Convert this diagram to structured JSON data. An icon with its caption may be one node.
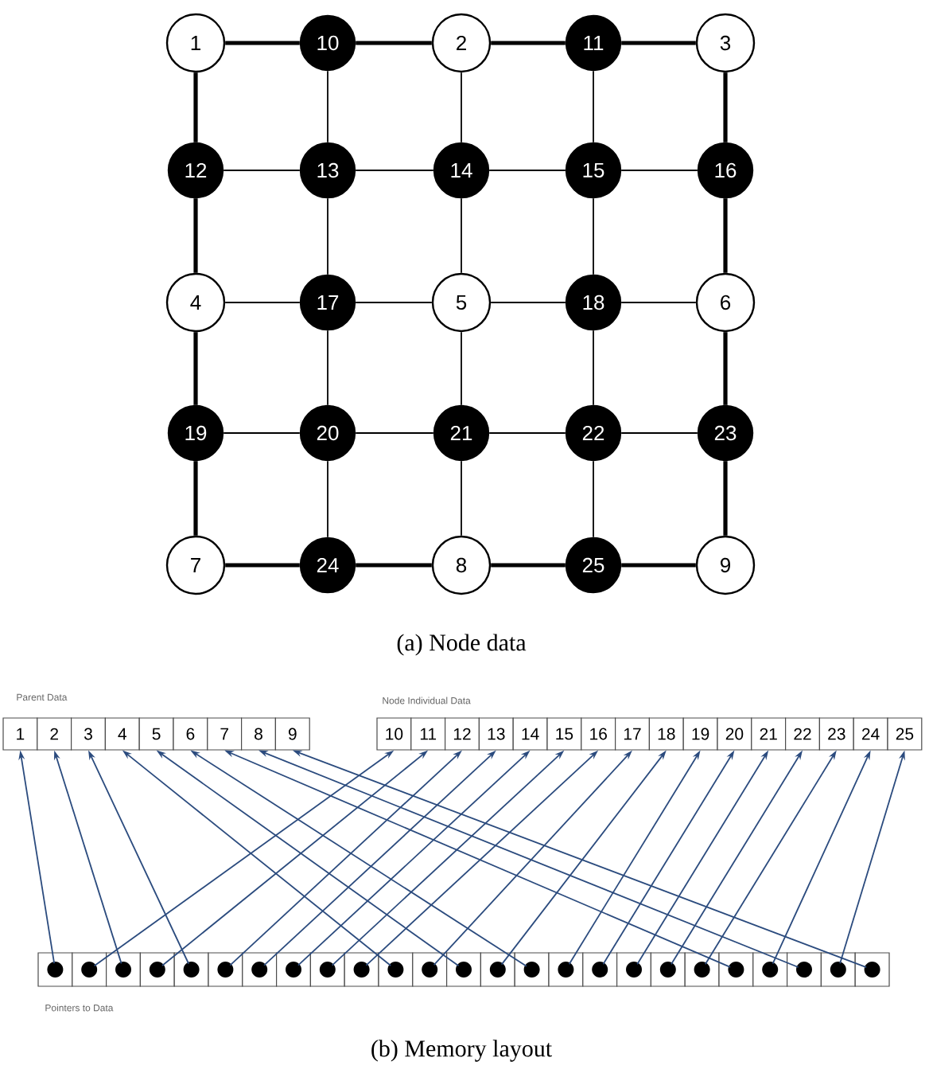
{
  "diagram": {
    "nodes": [
      {
        "text": [
          "1"
        ]
      },
      {
        "text": [
          "10"
        ]
      },
      {
        "text": [
          "2"
        ]
      },
      {
        "text": [
          "11"
        ]
      },
      {
        "text": [
          "3"
        ]
      },
      {
        "text": [
          "12"
        ]
      },
      {
        "text": [
          "13"
        ]
      },
      {
        "text": [
          "14"
        ]
      },
      {
        "text": [
          "15"
        ]
      },
      {
        "text": [
          "16"
        ]
      },
      {
        "text": [
          "4"
        ]
      },
      {
        "text": [
          "17"
        ]
      },
      {
        "text": [
          "5"
        ]
      },
      {
        "text": [
          "18"
        ]
      },
      {
        "text": [
          "6"
        ]
      },
      {
        "text": [
          "19"
        ]
      },
      {
        "text": [
          "20"
        ]
      },
      {
        "text": [
          "21"
        ]
      },
      {
        "text": [
          "22"
        ]
      },
      {
        "text": [
          "23"
        ]
      },
      {
        "text": [
          "7"
        ]
      },
      {
        "text": [
          "24"
        ]
      },
      {
        "text": [
          "8"
        ]
      },
      {
        "text": [
          "25"
        ]
      },
      {
        "text": [
          "9"
        ]
      },
      {
        "text": [
          "1"
        ]
      },
      {
        "text": [
          "2"
        ]
      },
      {
        "text": [
          "3"
        ]
      },
      {
        "text": [
          "4"
        ]
      },
      {
        "text": [
          "5"
        ]
      },
      {
        "text": [
          "6"
        ]
      },
      {
        "text": [
          "7"
        ]
      },
      {
        "text": [
          "8"
        ]
      },
      {
        "text": [
          "9"
        ]
      },
      {
        "text": [
          "10"
        ]
      },
      {
        "text": [
          "11"
        ]
      },
      {
        "text": [
          "12"
        ]
      },
      {
        "text": [
          "13"
        ]
      },
      {
        "text": [
          "14"
        ]
      },
      {
        "text": [
          "15"
        ]
      },
      {
        "text": [
          "16"
        ]
      },
      {
        "text": [
          "17"
        ]
      },
      {
        "text": [
          "18"
        ]
      },
      {
        "text": [
          "19"
        ]
      },
      {
        "text": [
          "20"
        ]
      },
      {
        "text": [
          "21"
        ]
      },
      {
        "text": [
          "22"
        ]
      },
      {
        "text": [
          "23"
        ]
      },
      {
        "text": [
          "24"
        ]
      },
      {
        "text": [
          "25"
        ]
      },
      {
        "text": [],
        "shape": "box"
      },
      {
        "text": [],
        "shape": "box"
      },
      {
        "text": [],
        "shape": "box"
      },
      {
        "text": [],
        "shape": "box"
      },
      {
        "text": [],
        "shape": "box"
      },
      {
        "text": [],
        "shape": "box"
      },
      {
        "text": [],
        "shape": "box"
      },
      {
        "text": [],
        "shape": "box"
      },
      {
        "text": [],
        "shape": "box"
      },
      {
        "text": [],
        "shape": "box"
      },
      {
        "text": [],
        "shape": "box"
      },
      {
        "text": [],
        "shape": "box"
      },
      {
        "text": [],
        "shape": "box"
      },
      {
        "text": [],
        "shape": "box"
      },
      {
        "text": [],
        "shape": "box"
      },
      {
        "text": [],
        "shape": "box"
      },
      {
        "text": [],
        "shape": "box"
      },
      {
        "text": [],
        "shape": "box"
      },
      {
        "text": [],
        "shape": "box"
      },
      {
        "text": [],
        "shape": "box"
      },
      {
        "text": [],
        "shape": "box"
      },
      {
        "text": [],
        "shape": "box"
      },
      {
        "text": [],
        "shape": "box"
      },
      {
        "text": [],
        "shape": "box"
      },
      {
        "text": [],
        "shape": "box"
      }
    ],
    "edges": [
      {
        "from": 0,
        "to": 1,
        "arrow": "none",
        "style": "thick"
      },
      {
        "from": 1,
        "to": 2,
        "arrow": "none",
        "style": "thick"
      },
      {
        "from": 2,
        "to": 3,
        "arrow": "none",
        "style": "thick"
      },
      {
        "from": 3,
        "to": 4,
        "arrow": "none",
        "style": "thick"
      },
      {
        "from": 5,
        "to": 6,
        "arrow": "none"
      },
      {
        "from": 6,
        "to": 7,
        "arrow": "none"
      },
      {
        "from": 7,
        "to": 8,
        "arrow": "none"
      },
      {
        "from": 8,
        "to": 9,
        "arrow": "none"
      },
      {
        "from": 10,
        "to": 11,
        "arrow": "none"
      },
      {
        "from": 11,
        "to": 12,
        "arrow": "none"
      },
      {
        "from": 12,
        "to": 13,
        "arrow": "none"
      },
      {
        "from": 13,
        "to": 14,
        "arrow": "none"
      },
      {
        "from": 15,
        "to": 16,
        "arrow": "none"
      },
      {
        "from": 16,
        "to": 17,
        "arrow": "none"
      },
      {
        "from": 17,
        "to": 18,
        "arrow": "none"
      },
      {
        "from": 18,
        "to": 19,
        "arrow": "none"
      },
      {
        "from": 20,
        "to": 21,
        "arrow": "none",
        "style": "thick"
      },
      {
        "from": 21,
        "to": 22,
        "arrow": "none",
        "style": "thick"
      },
      {
        "from": 22,
        "to": 23,
        "arrow": "none",
        "style": "thick"
      },
      {
        "from": 23,
        "to": 24,
        "arrow": "none",
        "style": "thick"
      },
      {
        "from": 0,
        "to": 5,
        "arrow": "none",
        "style": "thick"
      },
      {
        "from": 1,
        "to": 6,
        "arrow": "none"
      },
      {
        "from": 2,
        "to": 7,
        "arrow": "none"
      },
      {
        "from": 3,
        "to": 8,
        "arrow": "none"
      },
      {
        "from": 4,
        "to": 9,
        "arrow": "none",
        "style": "thick"
      },
      {
        "from": 5,
        "to": 10,
        "arrow": "none",
        "style": "thick"
      },
      {
        "from": 6,
        "to": 11,
        "arrow": "none"
      },
      {
        "from": 7,
        "to": 12,
        "arrow": "none"
      },
      {
        "from": 8,
        "to": 13,
        "arrow": "none"
      },
      {
        "from": 9,
        "to": 14,
        "arrow": "none",
        "style": "thick"
      },
      {
        "from": 10,
        "to": 15,
        "arrow": "none",
        "style": "thick"
      },
      {
        "from": 11,
        "to": 16,
        "arrow": "none"
      },
      {
        "from": 12,
        "to": 17,
        "arrow": "none"
      },
      {
        "from": 13,
        "to": 18,
        "arrow": "none"
      },
      {
        "from": 14,
        "to": 19,
        "arrow": "none",
        "style": "thick"
      },
      {
        "from": 15,
        "to": 20,
        "arrow": "none",
        "style": "thick"
      },
      {
        "from": 16,
        "to": 21,
        "arrow": "none"
      },
      {
        "from": 17,
        "to": 22,
        "arrow": "none"
      },
      {
        "from": 18,
        "to": 23,
        "arrow": "none"
      },
      {
        "from": 19,
        "to": 24,
        "arrow": "none",
        "style": "thick"
      },
      {
        "from": 50,
        "to": 25,
        "arrow": "to",
        "color": "#2b4b7e"
      },
      {
        "from": 51,
        "to": 34,
        "arrow": "to",
        "color": "#2b4b7e"
      },
      {
        "from": 52,
        "to": 26,
        "arrow": "to",
        "color": "#2b4b7e"
      },
      {
        "from": 53,
        "to": 35,
        "arrow": "to",
        "color": "#2b4b7e"
      },
      {
        "from": 54,
        "to": 27,
        "arrow": "to",
        "color": "#2b4b7e"
      },
      {
        "from": 55,
        "to": 36,
        "arrow": "to",
        "color": "#2b4b7e"
      },
      {
        "from": 56,
        "to": 37,
        "arrow": "to",
        "color": "#2b4b7e"
      },
      {
        "from": 57,
        "to": 38,
        "arrow": "to",
        "color": "#2b4b7e"
      },
      {
        "from": 58,
        "to": 39,
        "arrow": "to",
        "color": "#2b4b7e"
      },
      {
        "from": 59,
        "to": 40,
        "arrow": "to",
        "color": "#2b4b7e"
      },
      {
        "from": 60,
        "to": 28,
        "arrow": "to",
        "color": "#2b4b7e"
      },
      {
        "from": 61,
        "to": 41,
        "arrow": "to",
        "color": "#2b4b7e"
      },
      {
        "from": 62,
        "to": 29,
        "arrow": "to",
        "color": "#2b4b7e"
      },
      {
        "from": 63,
        "to": 42,
        "arrow": "to",
        "color": "#2b4b7e"
      },
      {
        "from": 64,
        "to": 30,
        "arrow": "to",
        "color": "#2b4b7e"
      },
      {
        "from": 65,
        "to": 43,
        "arrow": "to",
        "color": "#2b4b7e"
      },
      {
        "from": 66,
        "to": 44,
        "arrow": "to",
        "color": "#2b4b7e"
      },
      {
        "from": 67,
        "to": 45,
        "arrow": "to",
        "color": "#2b4b7e"
      },
      {
        "from": 68,
        "to": 46,
        "arrow": "to",
        "color": "#2b4b7e"
      },
      {
        "from": 69,
        "to": 47,
        "arrow": "to",
        "color": "#2b4b7e"
      },
      {
        "from": 70,
        "to": 31,
        "arrow": "to",
        "color": "#2b4b7e"
      },
      {
        "from": 71,
        "to": 48,
        "arrow": "to",
        "color": "#2b4b7e"
      },
      {
        "from": 72,
        "to": 32,
        "arrow": "to",
        "color": "#2b4b7e"
      },
      {
        "from": 73,
        "to": 49,
        "arrow": "to",
        "color": "#2b4b7e"
      },
      {
        "from": 74,
        "to": 33,
        "arrow": "to",
        "color": "#2b4b7e"
      }
    ],
    "labels": [
      "(a) Node data",
      "Parent Data",
      "Node Individual Data",
      "Pointers to Data",
      "(b) Memory layout"
    ]
  }
}
